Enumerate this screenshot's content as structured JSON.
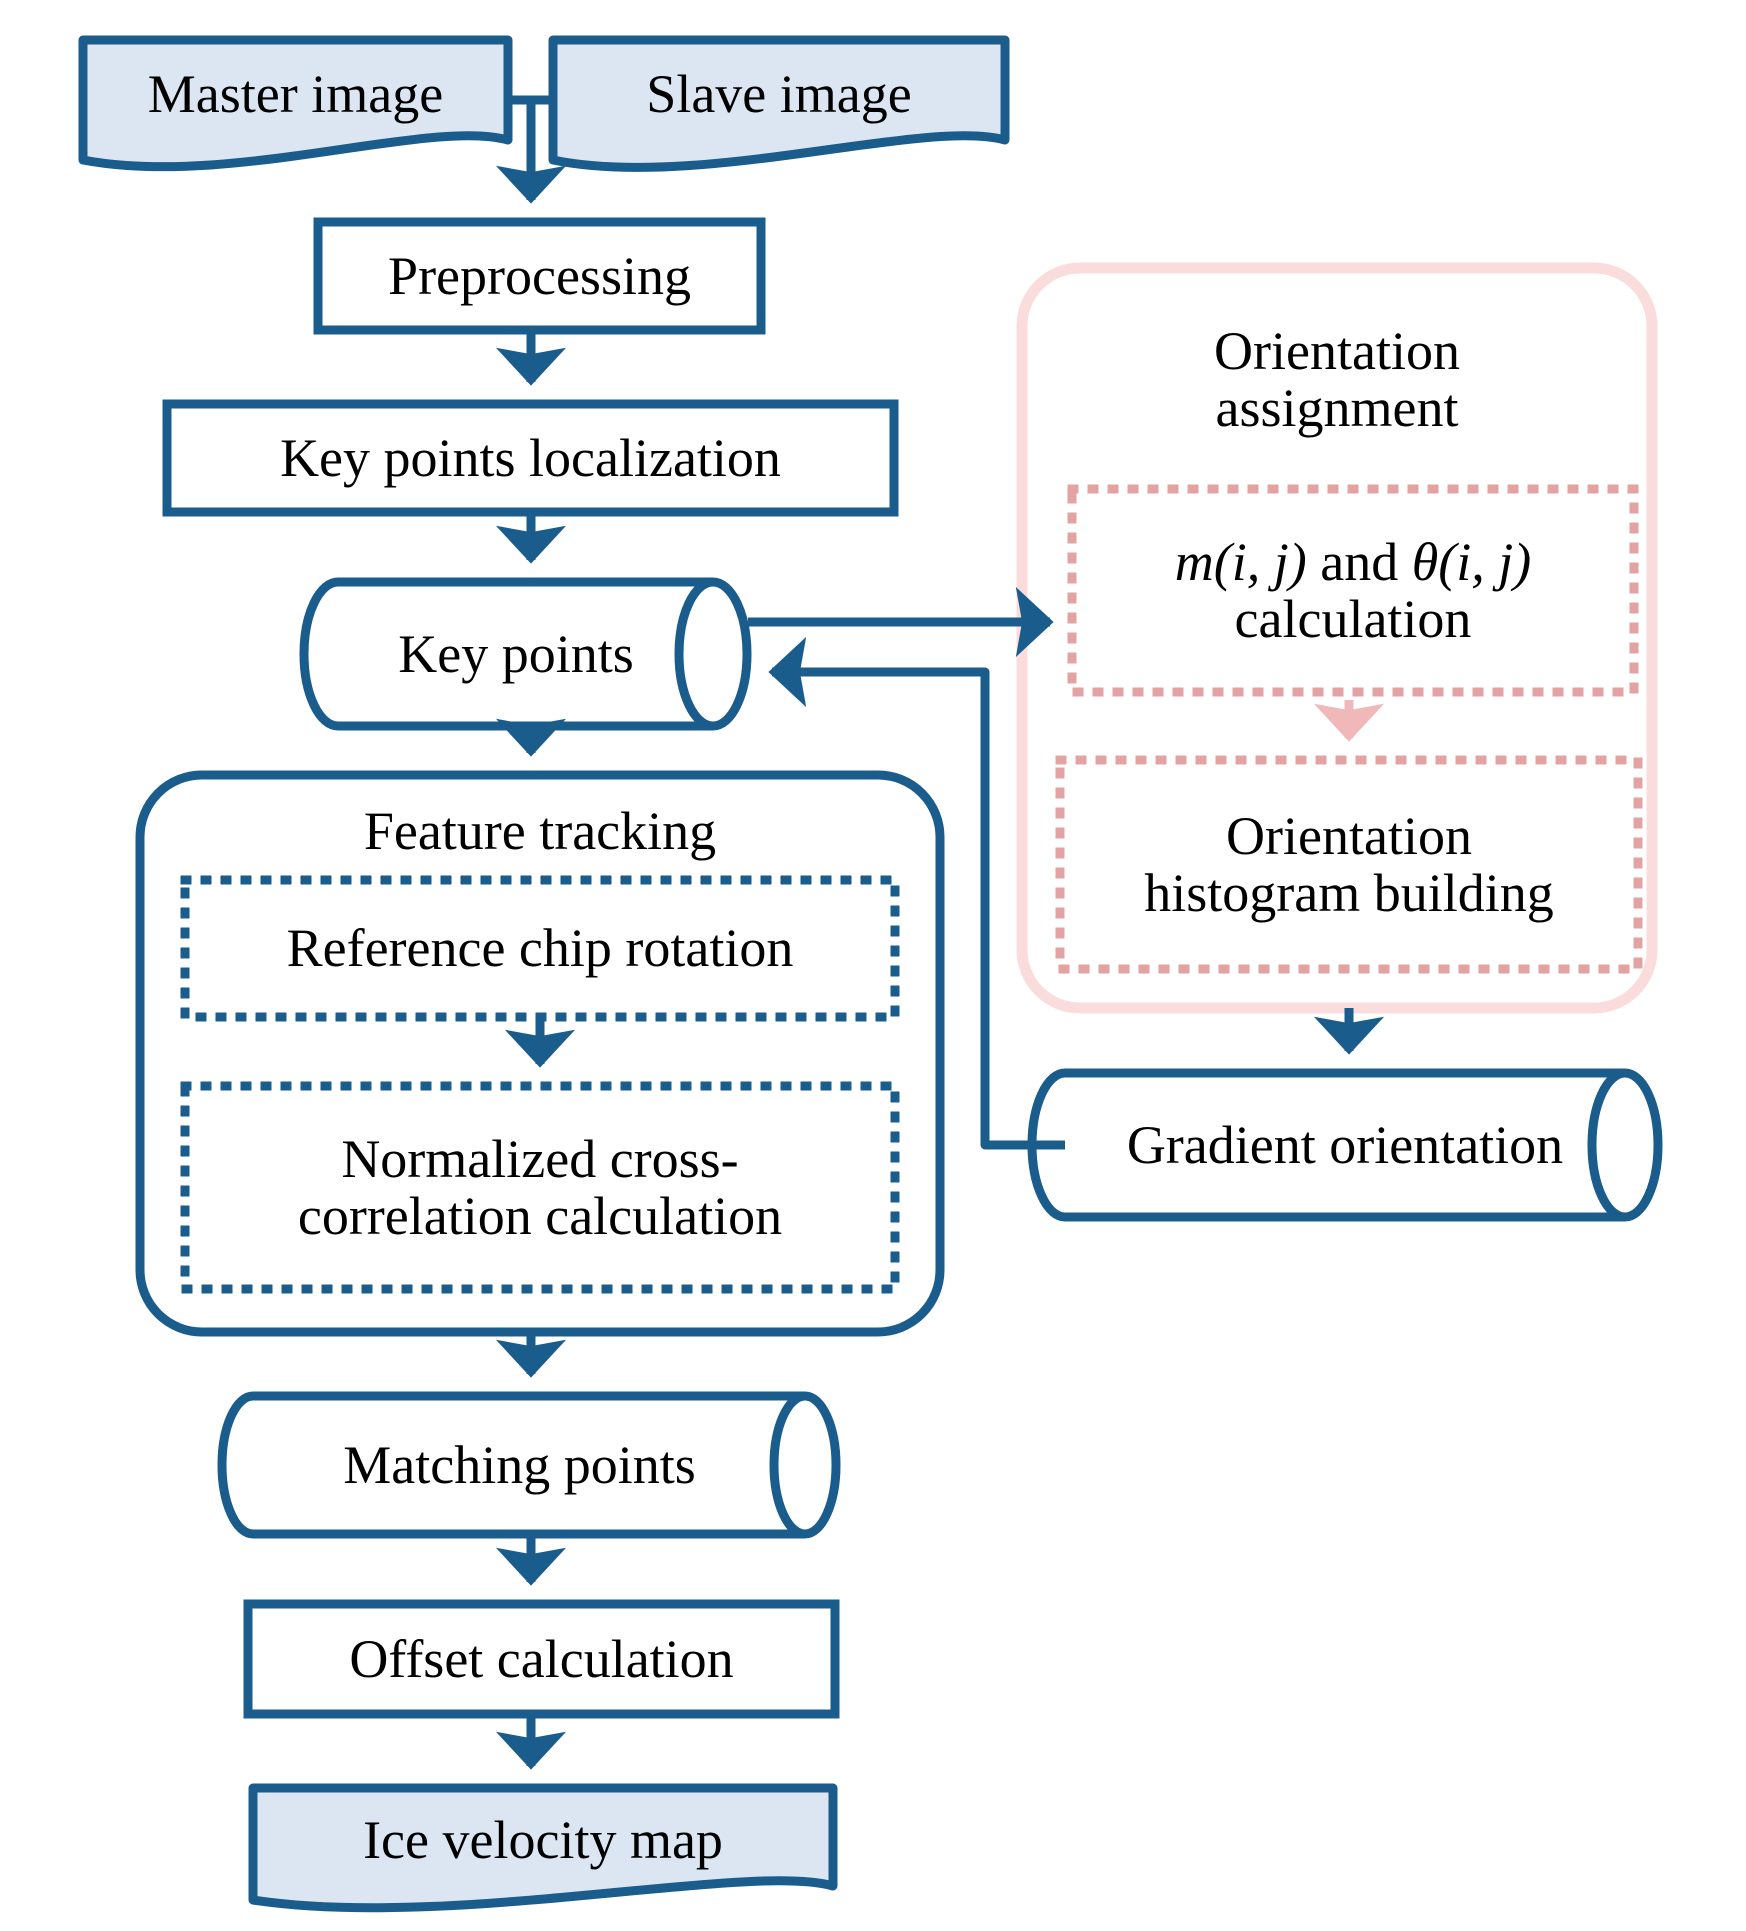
{
  "diagram": {
    "title": "Ice velocity feature tracking workflow",
    "colors": {
      "stroke_blue": "#1a5c8c",
      "fill_light_blue": "#dce6f2",
      "pink_border": "#fadcdc",
      "pink_dotted": "#e4a3a3",
      "pink_arrow": "#f0b8b8",
      "text_black": "#000000",
      "background": "#ffffff"
    },
    "nodes": {
      "master_image": {
        "label": "Master image",
        "shape": "document"
      },
      "slave_image": {
        "label": "Slave image",
        "shape": "document"
      },
      "preprocessing": {
        "label": "Preprocessing",
        "shape": "rectangle"
      },
      "key_points_localization": {
        "label": "Key points localization",
        "shape": "rectangle"
      },
      "key_points": {
        "label": "Key points",
        "shape": "cylinder"
      },
      "feature_tracking": {
        "label": "Feature tracking",
        "shape": "rounded-rect-group"
      },
      "reference_chip_rotation": {
        "label": "Reference chip rotation",
        "shape": "dotted-rect"
      },
      "normalized_cross_correlation": {
        "label": "Normalized cross-correlation calculation",
        "line1": "Normalized cross-",
        "line2": "correlation calculation",
        "shape": "dotted-rect"
      },
      "matching_points": {
        "label": "Matching points",
        "shape": "cylinder"
      },
      "offset_calculation": {
        "label": "Offset calculation",
        "shape": "rectangle"
      },
      "ice_velocity_map": {
        "label": "Ice velocity map",
        "shape": "document"
      },
      "orientation_assignment": {
        "label": "Orientation assignment",
        "line1": "Orientation",
        "line2": "assignment",
        "shape": "rounded-rect-group-pink"
      },
      "m_theta_calculation": {
        "label": "m(i, j) and θ(i, j) calculation",
        "formula_m": "m",
        "formula_args1": "(i, j)",
        "formula_and": " and ",
        "formula_theta": "θ",
        "formula_args2": "(i, j)",
        "line2": "calculation",
        "shape": "dotted-rect-pink"
      },
      "orientation_histogram_building": {
        "label": "Orientation histogram building",
        "line1": "Orientation",
        "line2": "histogram building",
        "shape": "dotted-rect-pink"
      },
      "gradient_orientation": {
        "label": "Gradient orientation",
        "shape": "cylinder"
      }
    },
    "edges": [
      {
        "from": "master_image",
        "to": "preprocessing",
        "type": "arrow-down"
      },
      {
        "from": "slave_image",
        "to": "preprocessing",
        "type": "arrow-down"
      },
      {
        "from": "preprocessing",
        "to": "key_points_localization",
        "type": "arrow-down"
      },
      {
        "from": "key_points_localization",
        "to": "key_points",
        "type": "arrow-down"
      },
      {
        "from": "key_points",
        "to": "m_theta_calculation",
        "type": "arrow-right"
      },
      {
        "from": "gradient_orientation",
        "to": "key_points",
        "type": "arrow-feedback-left"
      },
      {
        "from": "key_points",
        "to": "feature_tracking",
        "type": "arrow-down"
      },
      {
        "from": "reference_chip_rotation",
        "to": "normalized_cross_correlation",
        "type": "arrow-down"
      },
      {
        "from": "feature_tracking",
        "to": "matching_points",
        "type": "arrow-down"
      },
      {
        "from": "matching_points",
        "to": "offset_calculation",
        "type": "arrow-down"
      },
      {
        "from": "offset_calculation",
        "to": "ice_velocity_map",
        "type": "arrow-down"
      },
      {
        "from": "m_theta_calculation",
        "to": "orientation_histogram_building",
        "type": "arrow-down-pink"
      },
      {
        "from": "orientation_histogram_building",
        "to": "gradient_orientation",
        "type": "arrow-down"
      }
    ]
  }
}
